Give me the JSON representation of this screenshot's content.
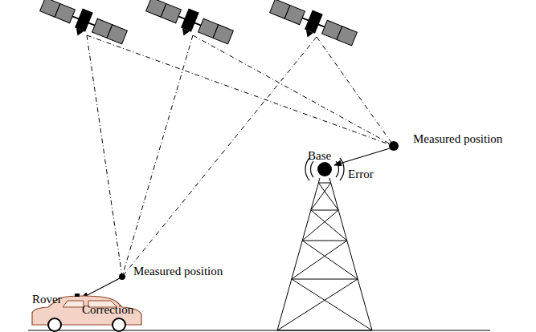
{
  "diagram": {
    "labels": [
      "Measured position",
      "Base",
      "Error",
      "Measured position",
      "Correction",
      "Rover"
    ]
  }
}
